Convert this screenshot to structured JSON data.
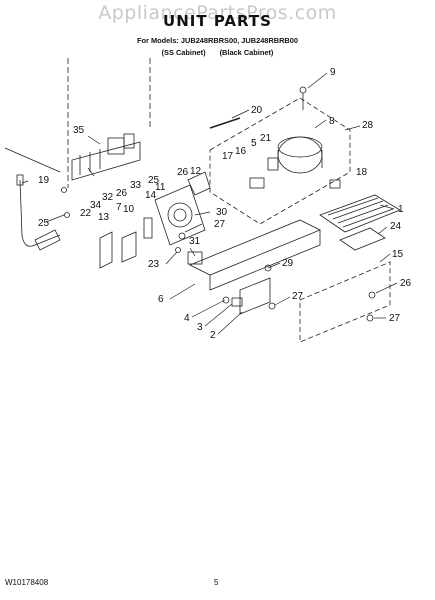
{
  "header": {
    "watermark": "AppliancePartsPros.com",
    "title": "UNIT PARTS",
    "models": "For Models: JUB248RBRS00, JUB248RBRB00",
    "cabinet_ss": "(SS Cabinet)",
    "cabinet_black": "(Black Cabinet)"
  },
  "footer": {
    "doc_number": "W10178408",
    "page_number": "5"
  },
  "callouts": {
    "c1": "1",
    "c2": "2",
    "c3": "3",
    "c4": "4",
    "c5": "5",
    "c6": "6",
    "c7": "7",
    "c8": "8",
    "c9": "9",
    "c10": "10",
    "c11": "11",
    "c12": "12",
    "c13": "13",
    "c14": "14",
    "c15": "15",
    "c16": "16",
    "c17": "17",
    "c18": "18",
    "c19": "19",
    "c20": "20",
    "c21": "21",
    "c22": "22",
    "c23": "23",
    "c24": "24",
    "c25a": "25",
    "c25b": "25",
    "c26a": "26",
    "c26b": "26",
    "c26c": "26",
    "c27a": "27",
    "c27b": "27",
    "c27c": "27",
    "c28": "28",
    "c29": "29",
    "c30": "30",
    "c31": "31",
    "c32": "32",
    "c33": "33",
    "c34": "34",
    "c35": "35"
  },
  "colors": {
    "line": "#222222",
    "watermark": "#c9c9c9"
  }
}
